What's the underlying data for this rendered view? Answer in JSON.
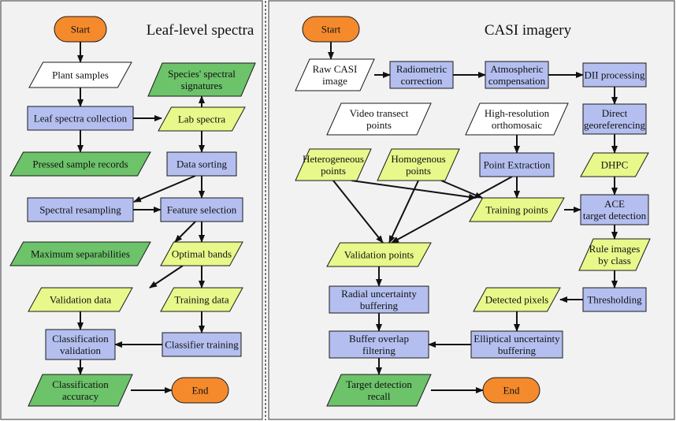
{
  "panels": {
    "left_title": "Leaf-level spectra",
    "right_title": "CASI imagery"
  },
  "colors": {
    "terminal": "#f58a2c",
    "process": "#b4bff0",
    "data_light": "#e8f88a",
    "data_dark": "#6cc36a",
    "io_white": "#ffffff"
  },
  "left": {
    "start": "Start",
    "plant_samples": "Plant samples",
    "species_signatures": [
      "Species' spectral",
      "signatures"
    ],
    "leaf_collection": "Leaf spectra collection",
    "lab_spectra": "Lab spectra",
    "pressed_records": "Pressed sample records",
    "data_sorting": "Data sorting",
    "spectral_resampling": "Spectral resampling",
    "feature_selection": "Feature selection",
    "max_separabilities": "Maximum separabilities",
    "optimal_bands": "Optimal bands",
    "validation_data": "Validation  data",
    "training_data": "Training data",
    "classification_validation": [
      "Classification",
      "validation"
    ],
    "classifier_training": "Classifier training",
    "classification_accuracy": [
      "Classification",
      "accuracy"
    ],
    "end": "End"
  },
  "right": {
    "start": "Start",
    "raw_casi": [
      "Raw CASI",
      "image"
    ],
    "radiometric": [
      "Radiometric",
      "correction"
    ],
    "atmospheric": [
      "Atmospheric",
      "compensation"
    ],
    "dii": "DII processing",
    "video_transect": [
      "Video transect",
      "points"
    ],
    "high_res": [
      "High-resolution",
      "orthomosaic"
    ],
    "direct_georef": [
      "Direct",
      "georeferencing"
    ],
    "heterogeneous": [
      "Heterogeneous",
      "points"
    ],
    "homogenous": [
      "Homogenous",
      "points"
    ],
    "point_extraction": "Point Extraction",
    "dhpc": "DHPC",
    "training_points": "Training points",
    "ace": [
      "ACE",
      "target detection"
    ],
    "validation_points": "Validation points",
    "rule_images": [
      "Rule images",
      "by class"
    ],
    "radial": [
      "Radial uncertainty",
      "buffering"
    ],
    "detected_pixels": "Detected pixels",
    "thresholding": "Thresholding",
    "buffer_overlap": [
      "Buffer overlap",
      "filtering"
    ],
    "elliptical": [
      "Elliptical uncertainty",
      "buffering"
    ],
    "target_recall": [
      "Target detection",
      "recall"
    ],
    "end": "End"
  }
}
